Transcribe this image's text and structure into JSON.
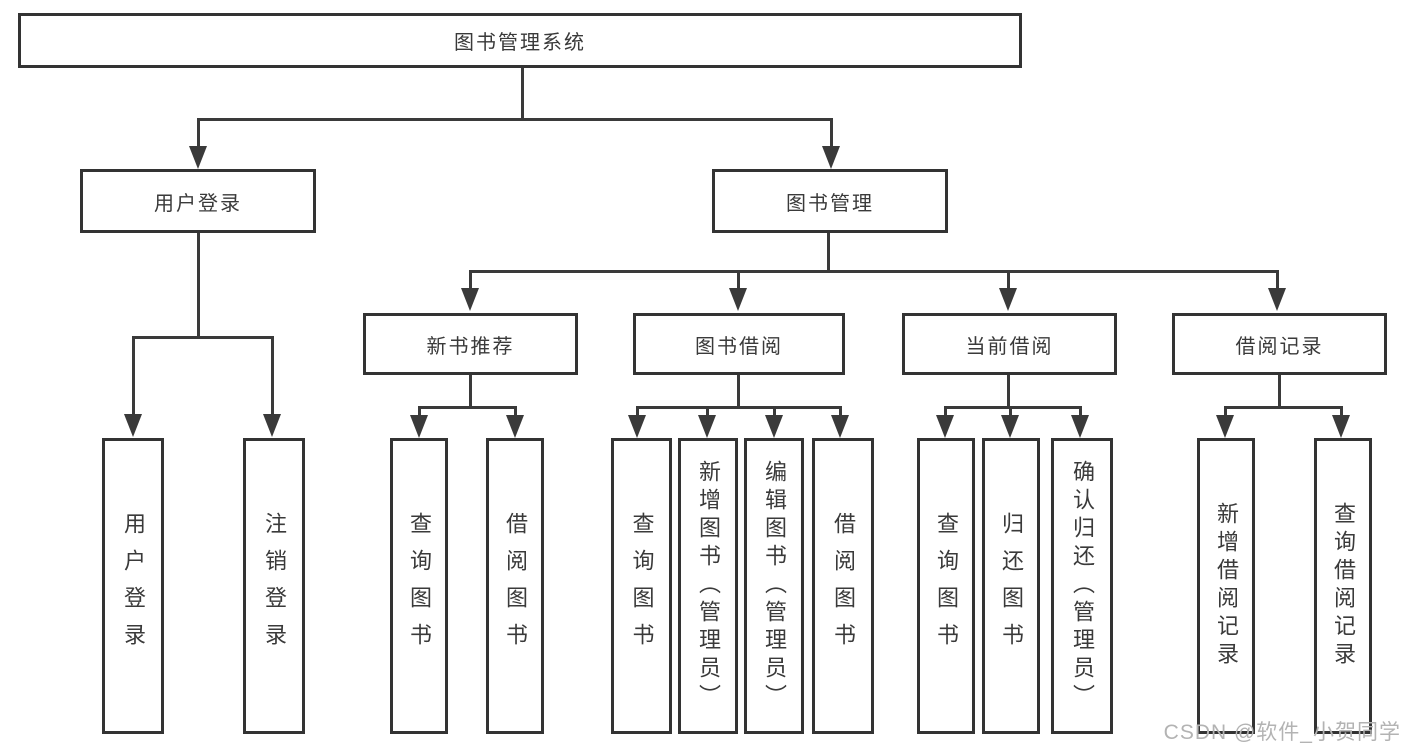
{
  "diagram": {
    "root": {
      "label": "图书管理系统",
      "children": [
        {
          "label": "用户登录",
          "children": [
            {
              "label": "用户登录"
            },
            {
              "label": "注销登录"
            }
          ]
        },
        {
          "label": "图书管理",
          "children": [
            {
              "label": "新书推荐",
              "children": [
                {
                  "label": "查询图书"
                },
                {
                  "label": "借阅图书"
                }
              ]
            },
            {
              "label": "图书借阅",
              "children": [
                {
                  "label": "查询图书"
                },
                {
                  "label": "新增图书（管理员）"
                },
                {
                  "label": "编辑图书（管理员）"
                },
                {
                  "label": "借阅图书"
                }
              ]
            },
            {
              "label": "当前借阅",
              "children": [
                {
                  "label": "查询图书"
                },
                {
                  "label": "归还图书"
                },
                {
                  "label": "确认归还（管理员）"
                }
              ]
            },
            {
              "label": "借阅记录",
              "children": [
                {
                  "label": "新增借阅记录"
                },
                {
                  "label": "查询借阅记录"
                }
              ]
            }
          ]
        }
      ]
    }
  },
  "watermark": "CSDN @软件_小贺同学"
}
